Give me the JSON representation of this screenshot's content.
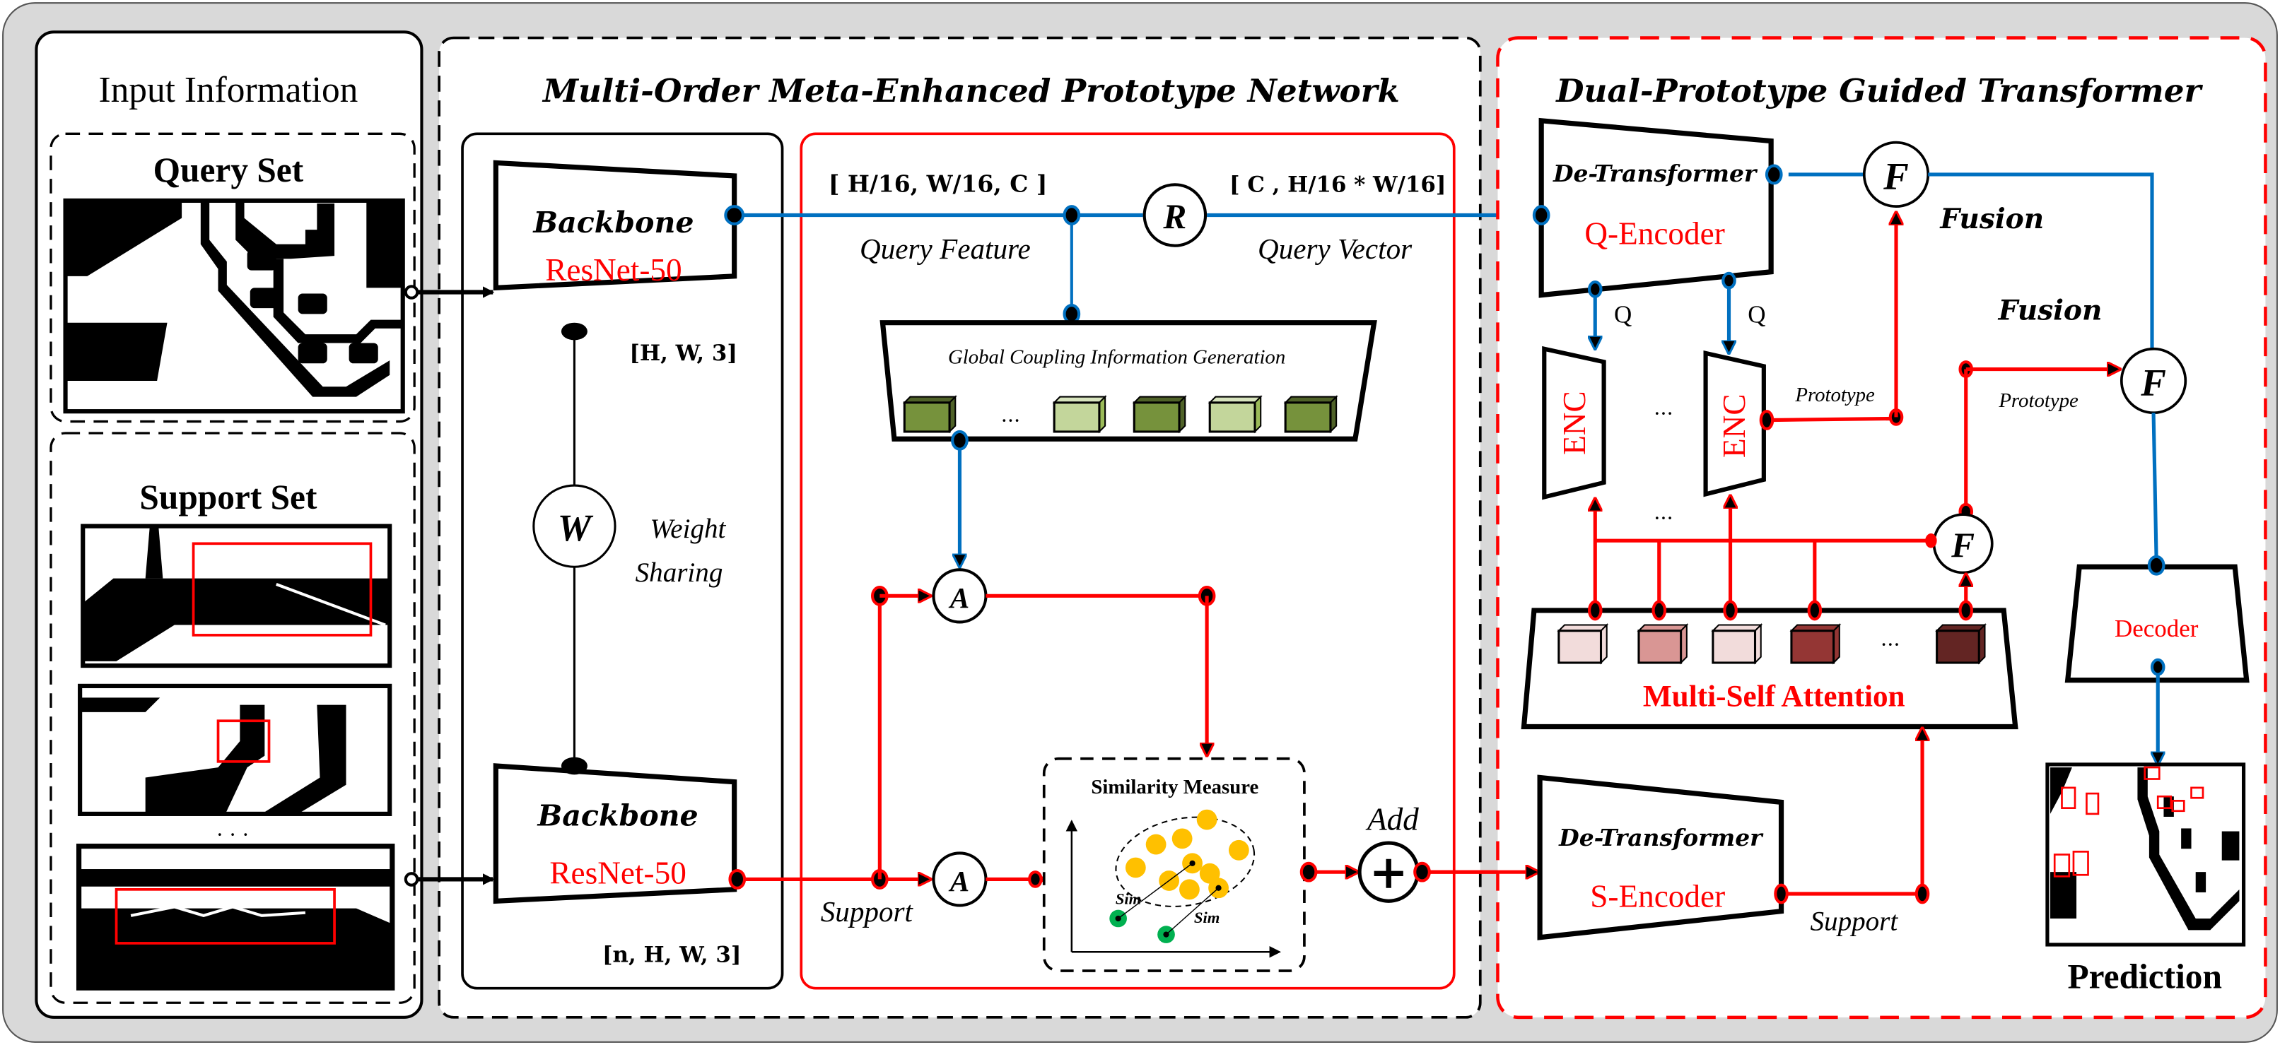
{
  "colors": {
    "blue": "#0070c0",
    "red": "#ff0000",
    "panel_bg": "#d9d9d9",
    "green_dark": "#76923c",
    "green_light": "#c3d69b",
    "yellow": "#ffc000",
    "green_point": "#00b050"
  },
  "input": {
    "title": "Input Information",
    "query_title": "Query Set",
    "support_title": "Support Set",
    "ellipsis": ". . ."
  },
  "mompn": {
    "title": "Multi-Order Meta-Enhanced Prototype Network",
    "backbone_top": {
      "title": "Backbone",
      "model": "ResNet-50",
      "shape": "[H, W, 3]"
    },
    "backbone_bottom": {
      "title": "Backbone",
      "model": "ResNet-50",
      "shape": "[n, H, W, 3]"
    },
    "weight_symbol": "W",
    "weight_label_1": "Weight",
    "weight_label_2": "Sharing",
    "query_feature_shape": "[ H/16, W/16, C ]",
    "query_vector_shape": "[ C , H/16 * W/16]",
    "query_feature": "Query Feature",
    "query_vector": "Query Vector",
    "reshape_symbol": "R",
    "gcig_title": "Global Coupling Information Generation",
    "gcig_ellipsis": "...",
    "attn_symbol": "A",
    "support_label": "Support",
    "similarity_title": "Similarity Measure",
    "sim_label": "Sim",
    "add_label": "Add",
    "add_symbol": "+"
  },
  "dpgt": {
    "title": "Dual-Prototype Guided Transformer",
    "q_encoder": {
      "title": "De-Transformer",
      "name": "Q-Encoder"
    },
    "s_encoder": {
      "title": "De-Transformer",
      "name": "S-Encoder"
    },
    "q_label": "Q",
    "enc_label": "ENC",
    "ellipsis": "...",
    "prototype_1": "Prototype",
    "prototype_2": "Prototype",
    "fusion_symbol": "F",
    "fusion_1": "Fusion",
    "fusion_2": "Fusion",
    "msa_title": "Multi-Self Attention",
    "msa_colors": [
      "#f2dcdb",
      "#d99694",
      "#f2dcdb",
      "#943634",
      "#632523"
    ],
    "support_label": "Support",
    "decoder": "Decoder",
    "prediction": "Prediction"
  }
}
